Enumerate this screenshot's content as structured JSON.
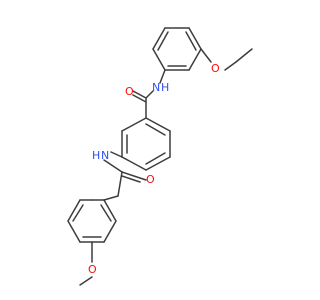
{
  "figure": {
    "atom_labels": {
      "amide_o_top": "O",
      "amide_nh_top": "N",
      "amide_h_top": "H",
      "ether_o_ethoxy": "O",
      "amide_nh_mid": "N",
      "amide_h_mid": "H",
      "amide_o_mid": "O",
      "ether_o_methoxy": "O"
    },
    "colors": {
      "bond": "#3d3d3d",
      "oxygen": "#ff0d0d",
      "nitrogen": "#3050f8",
      "background": "#ffffff"
    }
  }
}
